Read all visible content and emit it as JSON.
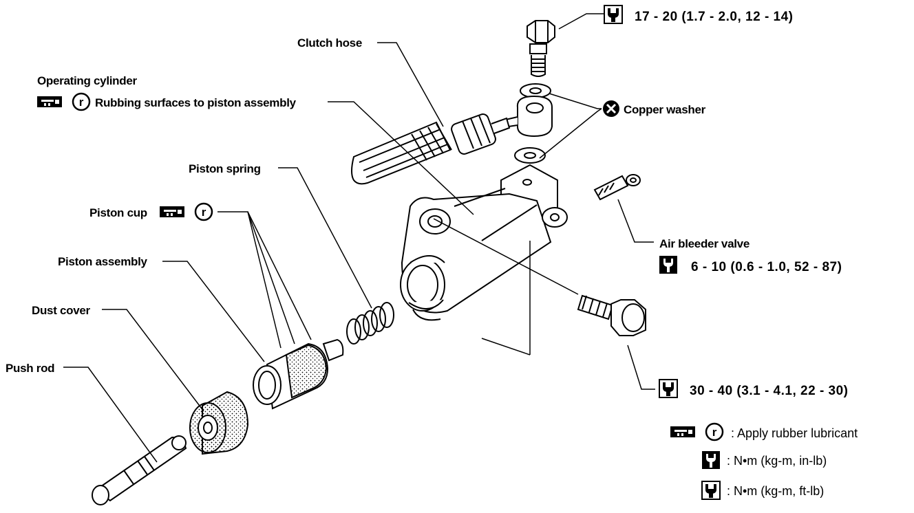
{
  "labels": {
    "clutch_hose": "Clutch hose",
    "operating_cylinder": "Operating cylinder",
    "rubbing_surfaces": "Rubbing surfaces to piston assembly",
    "copper_washer": "Copper washer",
    "piston_spring": "Piston spring",
    "piston_cup": "Piston cup",
    "piston_assembly": "Piston assembly",
    "dust_cover": "Dust cover",
    "push_rod": "Push rod",
    "air_bleeder_valve": "Air bleeder valve"
  },
  "torque_specs": {
    "banjo_bolt": "17 - 20 (1.7 - 2.0, 12 - 14)",
    "air_bleeder": "6 - 10 (0.6 - 1.0, 52 - 87)",
    "mounting_bolt": "30 - 40 (3.1 - 4.1, 22 - 30)"
  },
  "legend": {
    "rubber_lubricant": ": Apply rubber lubricant",
    "nm_inlb": ":  N•m  (kg-m,  in-lb)",
    "nm_ftlb": ":  N•m  (kg-m,  ft-lb)"
  },
  "icons": {
    "lubricant_tube": "lubricant-tube-icon",
    "rubber_r": "r",
    "torque_wrench": "torque-wrench-icon",
    "do_not_reuse": "x-circle-icon"
  }
}
